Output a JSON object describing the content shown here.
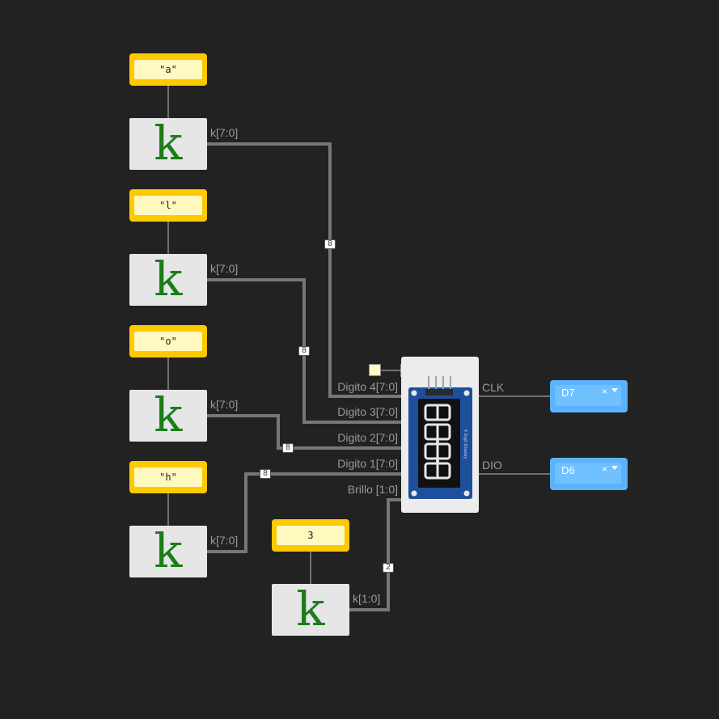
{
  "constants": [
    {
      "value": "\"a\""
    },
    {
      "value": "\"l\""
    },
    {
      "value": "\"o\""
    },
    {
      "value": "\"h\""
    },
    {
      "value": "3"
    }
  ],
  "k_blocks": [
    {
      "symbol": "k",
      "output": "k[7:0]"
    },
    {
      "symbol": "k",
      "output": "k[7:0]"
    },
    {
      "symbol": "k",
      "output": "k[7:0]"
    },
    {
      "symbol": "k",
      "output": "k[7:0]"
    },
    {
      "symbol": "k",
      "output": "k[1:0]"
    }
  ],
  "display": {
    "inputs": [
      "Digito 4[7:0]",
      "Digito 3[7:0]",
      "Digito 2[7:0]",
      "Digito 1[7:0]",
      "Brillo [1:0]"
    ],
    "outputs": [
      "CLK",
      "DIO"
    ],
    "board_text": "4 Digit Display",
    "board_color": "#1d4f9c"
  },
  "bus_widths": [
    "8",
    "8",
    "8",
    "8",
    "2"
  ],
  "pins": [
    {
      "value": "D7"
    },
    {
      "value": "D6"
    }
  ],
  "colors": {
    "background": "#222222",
    "wire": "#777777",
    "constant": "#ffc900",
    "constant_field": "#fff8bf",
    "k_letter": "#1a7d1a",
    "pin": "#5bb2ff"
  }
}
